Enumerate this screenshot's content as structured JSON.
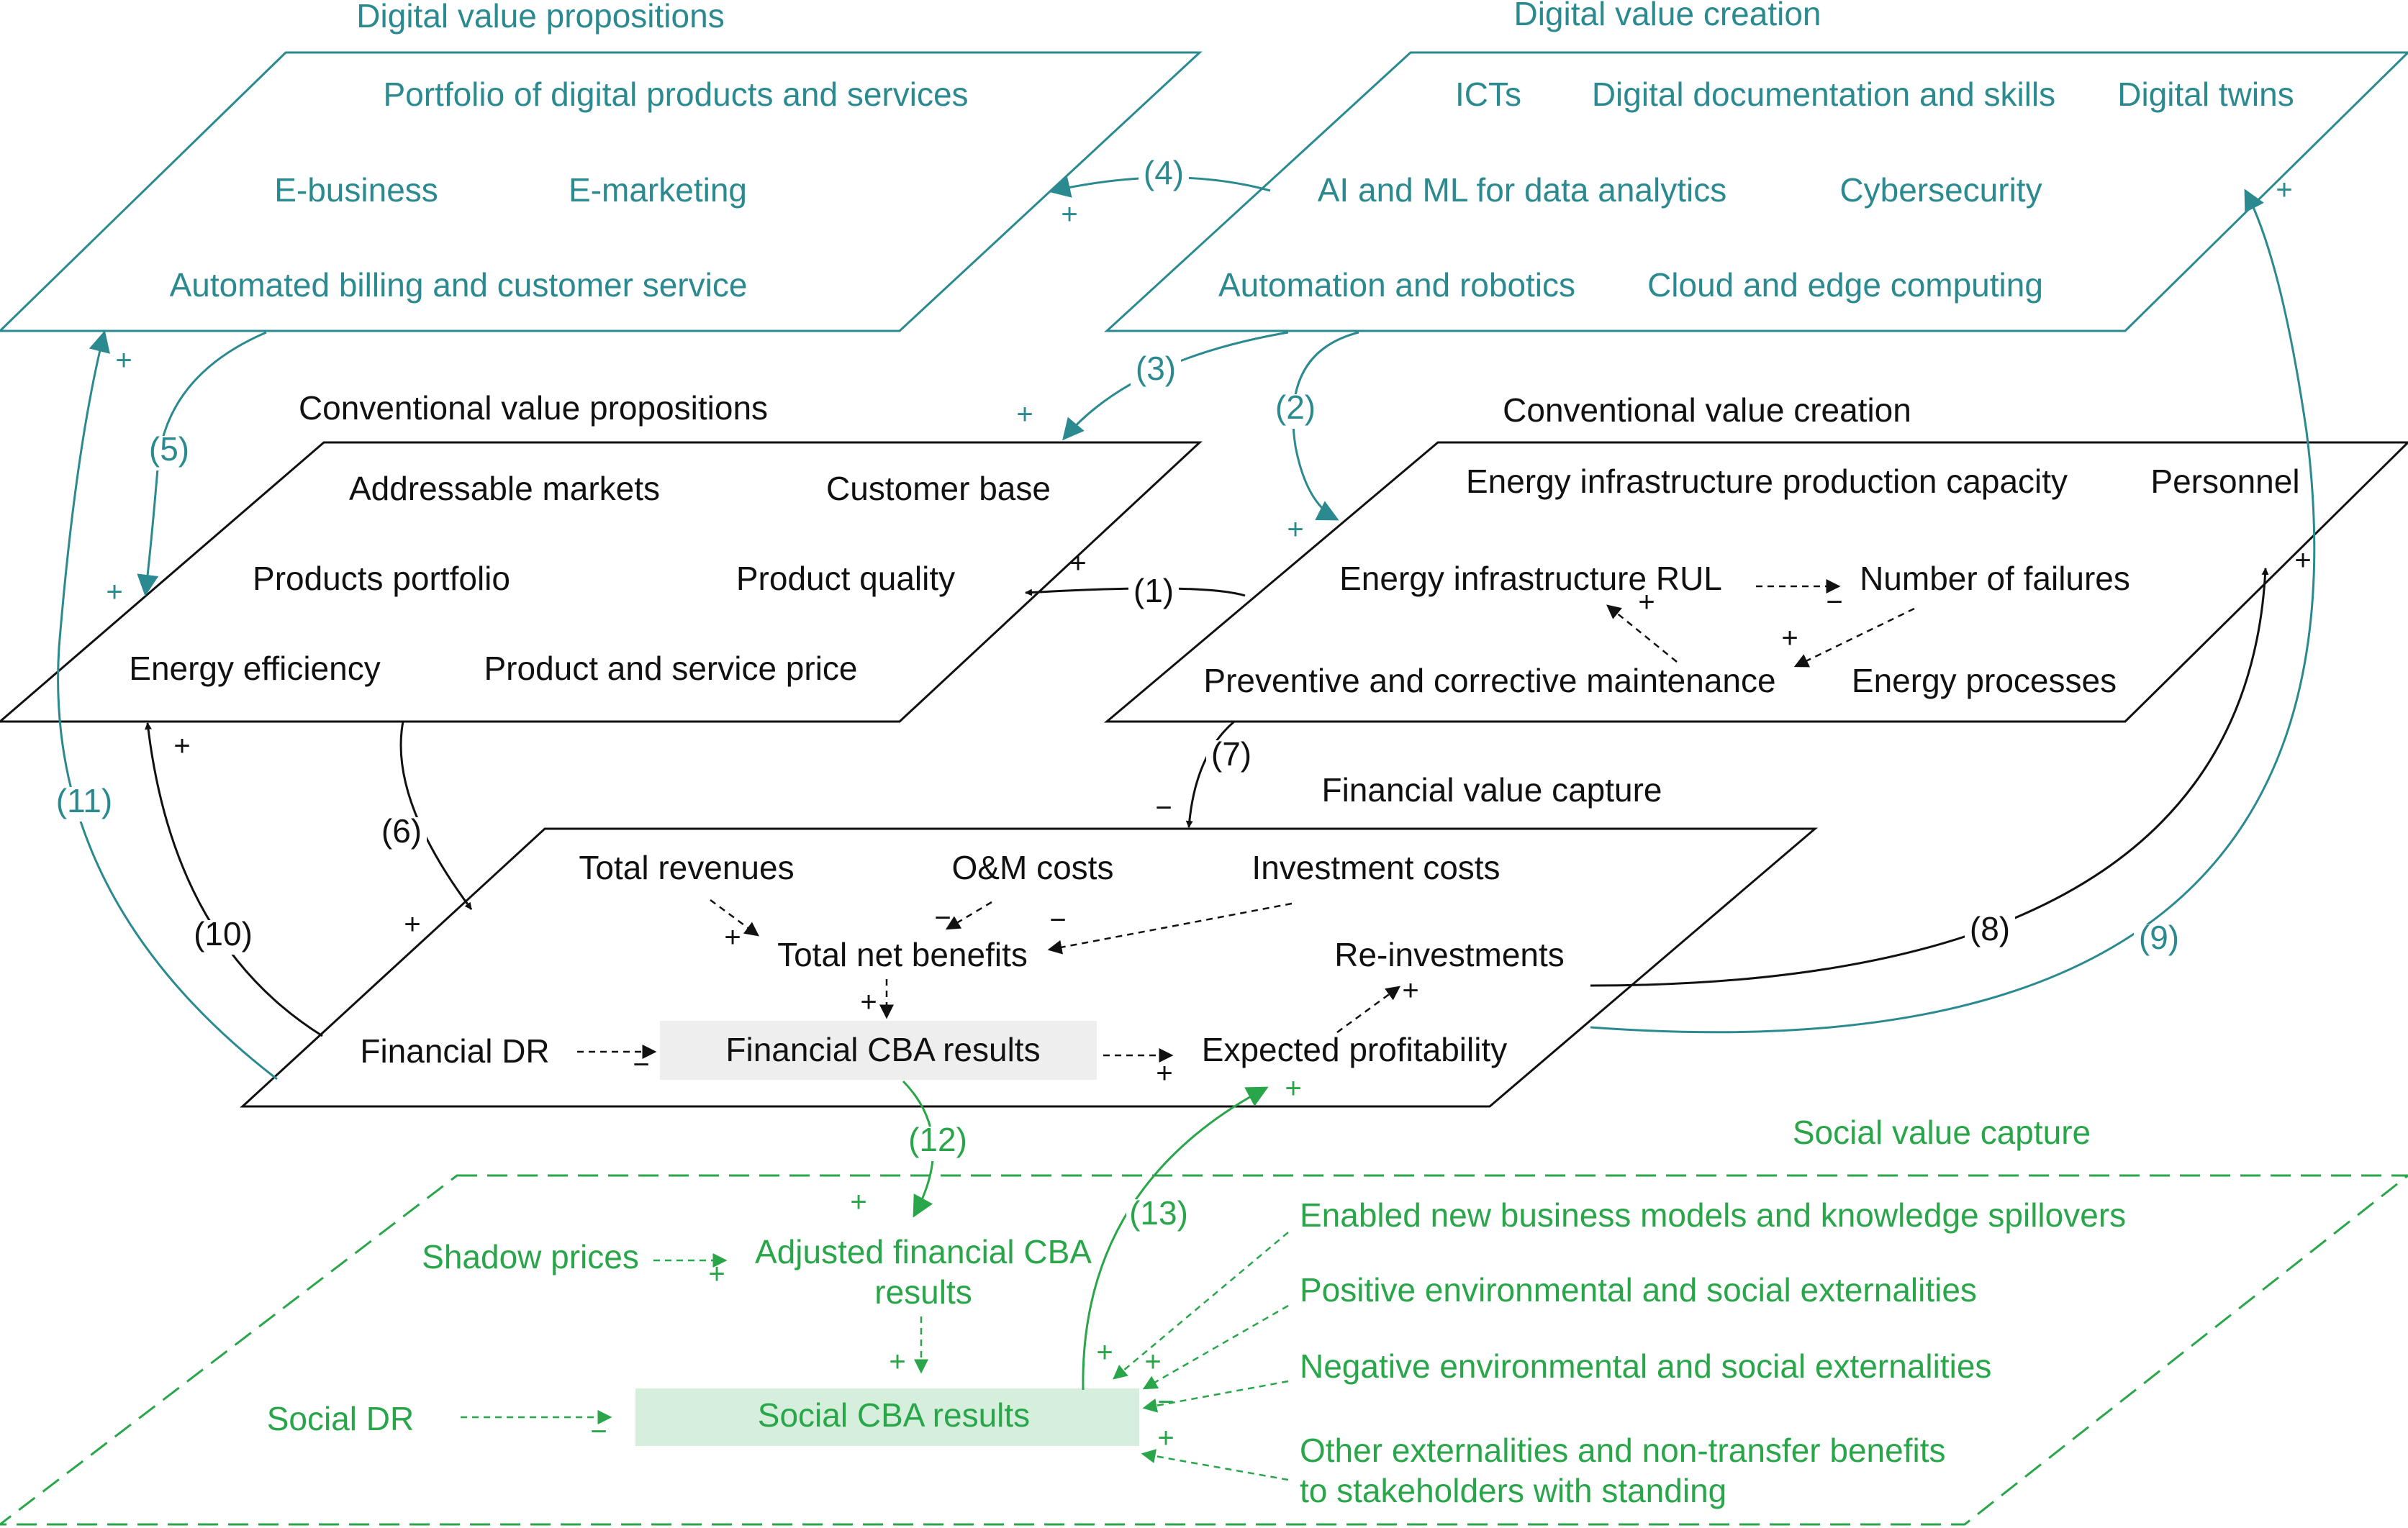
{
  "colors": {
    "digital": "#2a8a8f",
    "conventional": "#111111",
    "social": "#2aa64a",
    "cba_box": "#eeeeee",
    "social_cba_box": "#d6efdc"
  },
  "digital_value_propositions": {
    "title": "Digital value propositions",
    "items": [
      "Portfolio of digital products and services",
      "E-business",
      "E-marketing",
      "Automated billing and customer service"
    ]
  },
  "digital_value_creation": {
    "title": "Digital value creation",
    "items": [
      "ICTs",
      "Digital documentation and skills",
      "Digital twins",
      "AI and ML for data analytics",
      "Cybersecurity",
      "Automation and robotics",
      "Cloud and edge computing"
    ]
  },
  "conventional_value_propositions": {
    "title": "Conventional value propositions",
    "items": [
      "Addressable markets",
      "Customer base",
      "Products portfolio",
      "Product quality",
      "Energy efficiency",
      "Product and service price"
    ]
  },
  "conventional_value_creation": {
    "title": "Conventional value creation",
    "items": [
      "Energy infrastructure production capacity",
      "Personnel",
      "Energy infrastructure RUL",
      "Number of failures",
      "Preventive and corrective maintenance",
      "Energy processes"
    ]
  },
  "financial_value_capture": {
    "title": "Financial value capture",
    "items": [
      "Total revenues",
      "O&M costs",
      "Investment costs",
      "Total net benefits",
      "Re-investments",
      "Financial DR",
      "Financial CBA results",
      "Expected profitability"
    ]
  },
  "social_value_capture": {
    "title": "Social value capture",
    "items": [
      "Shadow prices",
      "Adjusted financial CBA",
      "results",
      "Social DR",
      "Social CBA results",
      "Enabled new business models and knowledge spillovers",
      "Positive environmental and social externalities",
      "Negative environmental and social externalities",
      "Other externalities and non-transfer benefits",
      "to stakeholders with standing"
    ]
  },
  "links": [
    "(1)",
    "(2)",
    "(3)",
    "(4)",
    "(5)",
    "(6)",
    "(7)",
    "(8)",
    "(9)",
    "(10)",
    "(11)",
    "(12)",
    "(13)"
  ],
  "signs": {
    "plus": "+",
    "minus": "−"
  }
}
